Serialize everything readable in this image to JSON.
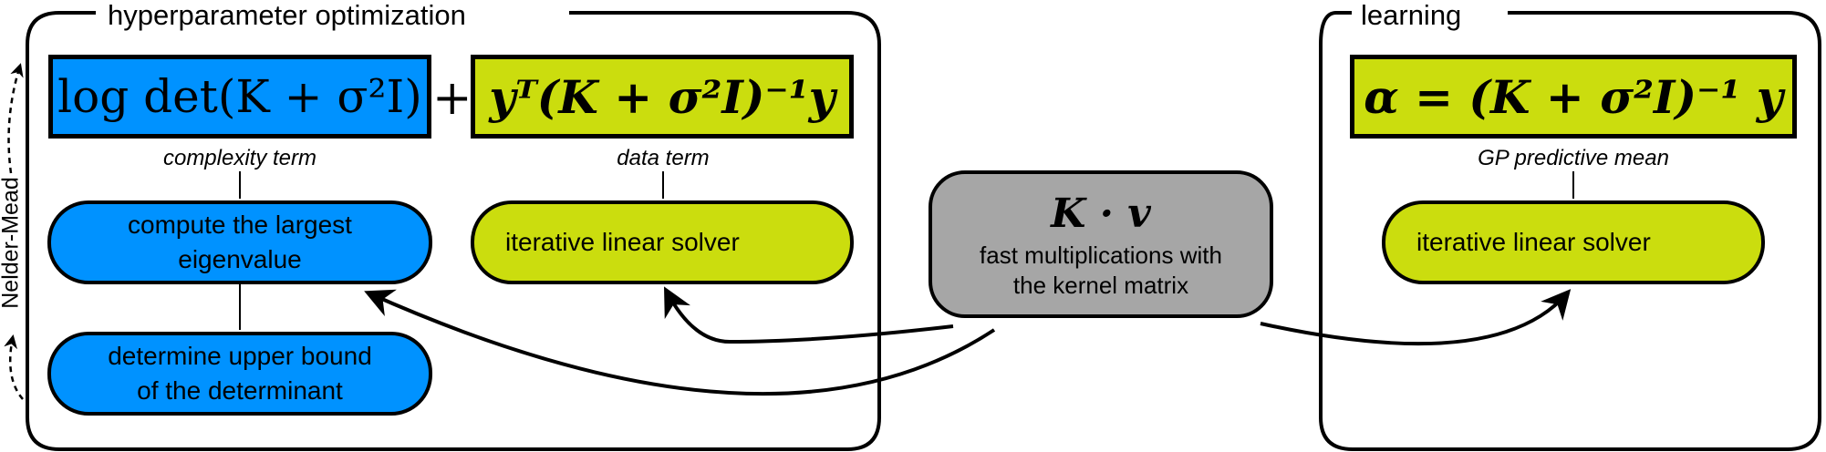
{
  "colors": {
    "blue": "#0092ff",
    "lime": "#cbdd0e",
    "gray": "#a6a6a6",
    "stroke": "#000000"
  },
  "panels": {
    "hyperparameter": {
      "title": "hyperparameter optimization"
    },
    "learning": {
      "title": "learning"
    }
  },
  "formulas": {
    "complexity": "log det(K + σ²I)",
    "plus": "+",
    "data": "yᵀ(K + σ²I)⁻¹y",
    "predictive": "α = (K + σ²I)⁻¹ y"
  },
  "captions": {
    "complexity": "complexity term",
    "data": "data term",
    "predictive": "GP predictive mean"
  },
  "nodes": {
    "largest_eigenvalue": "compute the largest eigenvalue",
    "upper_bound": "determine upper bound of the determinant",
    "solver_left": "iterative linear solver",
    "solver_right": "iterative linear solver",
    "kernel_symbol": "K · v",
    "kernel_text": "fast multiplications with the kernel matrix"
  },
  "side_label": "Nelder-Mead"
}
